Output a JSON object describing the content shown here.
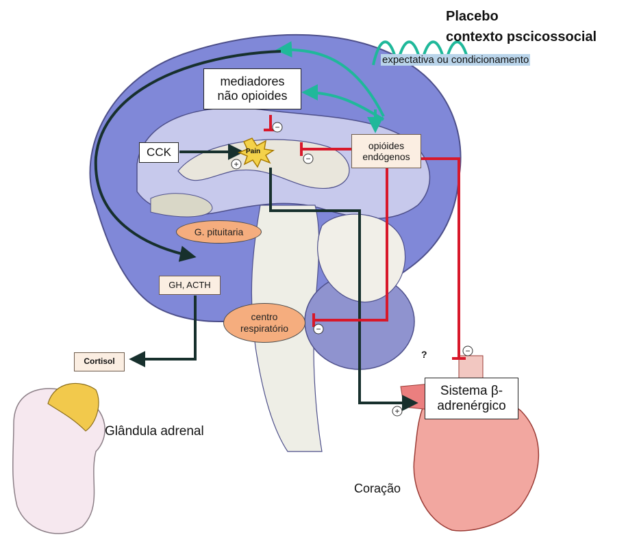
{
  "title": {
    "line1": "Placebo",
    "line2": "contexto pscicossocial"
  },
  "subtitle": "expectativa ou condicionamento",
  "labels": {
    "mediadores_line1": "mediadores",
    "mediadores_line2": "não opioides",
    "cck": "CCK",
    "pain": "Pain",
    "opioides_line1": "opióides",
    "opioides_line2": "endógenos",
    "pituitaria": "G. pituitaria",
    "gh_acth": "GH, ACTH",
    "centro_line1": "centro",
    "centro_line2": "respiratório",
    "cortisol": "Cortisol",
    "adrenal": "Glândula adrenal",
    "sistema_line1": "Sistema β-",
    "sistema_line2": "adrenérgico",
    "coracao": "Coração",
    "question": "?"
  },
  "signs": {
    "minus": "−",
    "plus": "+"
  },
  "colors": {
    "brain_outer": "#8088d8",
    "brain_inner": "#c7c9ec",
    "teal": "#1fb89a",
    "inhibit_red": "#d8182a",
    "arrow_dark": "#17302d",
    "oval_orange": "#f5ad7e",
    "heart": "#f2a7a0",
    "adrenal_yellow": "#f2c94c",
    "kidney": "#f6e8ef",
    "highlight": "#b9d4ea"
  }
}
